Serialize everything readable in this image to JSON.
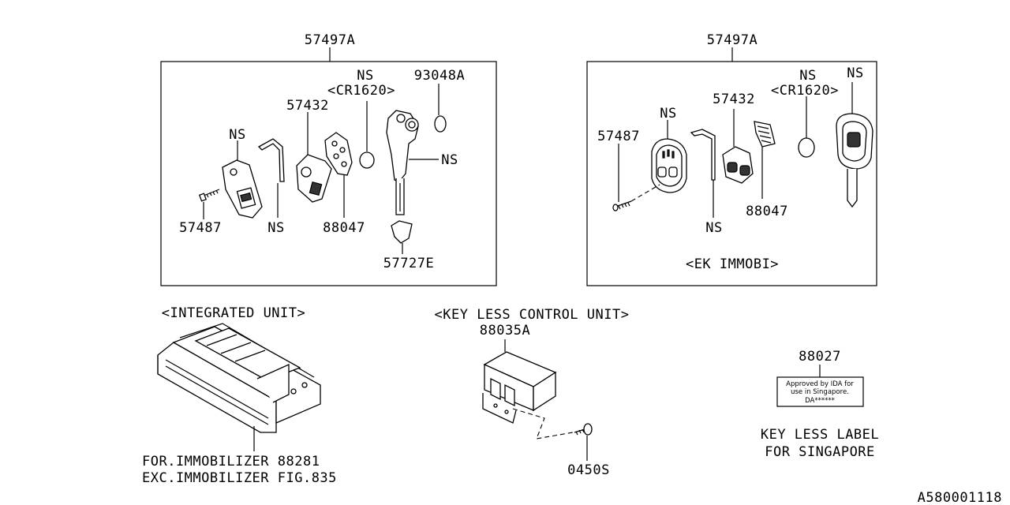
{
  "left_panel": {
    "title": "57497A",
    "labels": {
      "ns_top": "NS",
      "cr1620": "<CR1620>",
      "p93048a": "93048A",
      "p57432": "57432",
      "ns_left": "NS",
      "ns_right": "NS",
      "p57487": "57487",
      "ns_bottom": "NS",
      "p88047": "88047",
      "p57727e": "57727E"
    }
  },
  "right_panel": {
    "title": "57497A",
    "caption": "<EK IMMOBI>",
    "labels": {
      "ns_key": "NS",
      "ns_top": "NS",
      "cr1620": "<CR1620>",
      "p57432": "57432",
      "ns_left": "NS",
      "p57487": "57487",
      "p88047": "88047",
      "ns_bottom": "NS"
    }
  },
  "integrated_unit": {
    "title": "<INTEGRATED UNIT>",
    "line1": "FOR.IMMOBILIZER 88281",
    "line2": "EXC.IMMOBILIZER FIG.835"
  },
  "keyless_control_unit": {
    "title": "<KEY LESS CONTROL UNIT>",
    "part": "88035A",
    "screw": "0450S"
  },
  "keyless_label": {
    "part": "88027",
    "sticker_line1": "Approved by IDA for",
    "sticker_line2": "use in Singapore.",
    "sticker_line3": "DA******",
    "caption_line1": "KEY LESS LABEL",
    "caption_line2": "FOR SINGAPORE"
  },
  "figure_id": "A580001118"
}
